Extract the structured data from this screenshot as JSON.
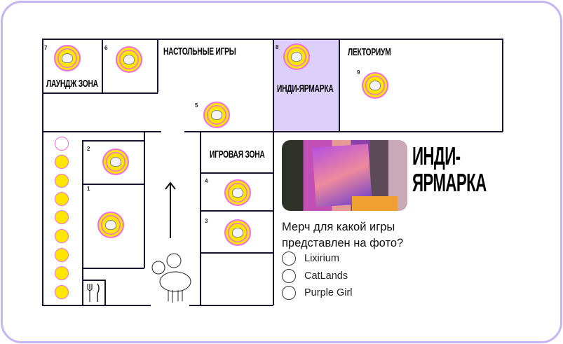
{
  "zones": {
    "lounge": "ЛАУНДЖ ЗОНА",
    "board_games": "НАСТОЛЬНЫЕ ИГРЫ",
    "indie_fair": "ИНДИ-ЯРМАРКА",
    "lectorium": "ЛЕКТОРИУМ",
    "game_zone": "ИГРОВАЯ ЗОНА"
  },
  "numbers": [
    "1",
    "2",
    "3",
    "4",
    "5",
    "6",
    "7",
    "8",
    "9"
  ],
  "panel": {
    "title_line1": "ИНДИ-",
    "title_line2": "ЯРМАРКА",
    "question": "Мерч для какой игры представлен на фото?",
    "options": [
      "Lixirium",
      "CatLands",
      "Purple Girl"
    ]
  },
  "progress": {
    "visited": 1,
    "total": 9
  },
  "colors": {
    "accent": "#ffe600",
    "ring": "#f06ee0",
    "highlight": "#dcd0fb",
    "frame": "#c7b5f2"
  }
}
